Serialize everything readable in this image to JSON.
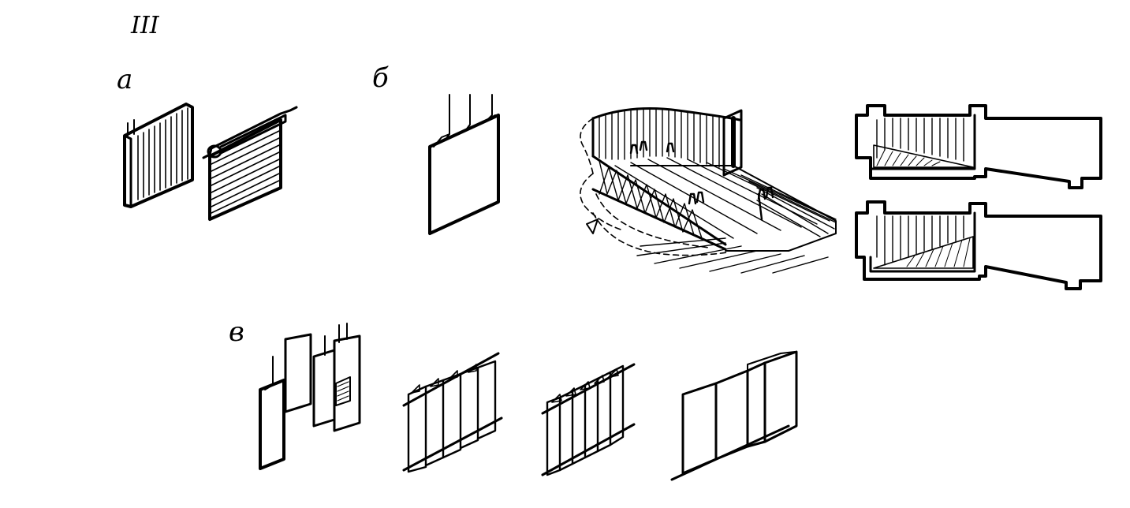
{
  "figure": {
    "roman_label": "III",
    "section_labels": {
      "a": "а",
      "b": "б",
      "v": "в"
    }
  }
}
